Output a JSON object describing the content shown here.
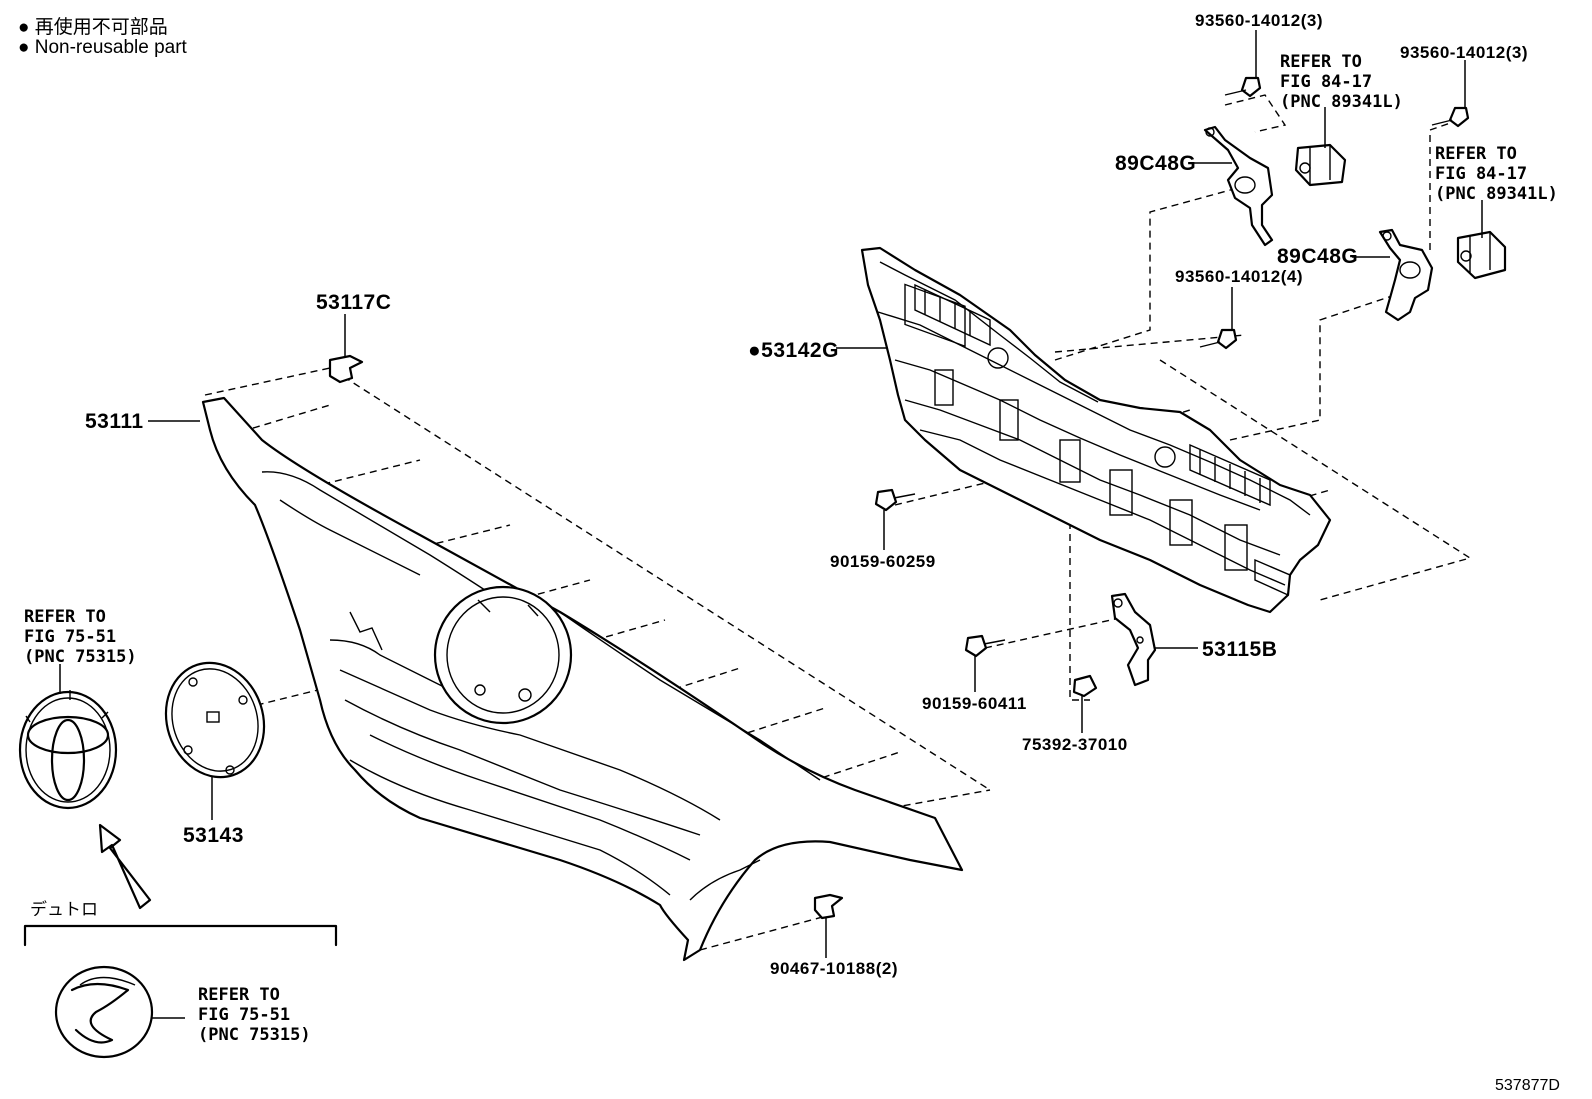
{
  "legend": {
    "jp": "● 再使用不可部品",
    "en": "● Non-reusable part"
  },
  "labels": {
    "p53117c": "53117C",
    "p53111": "53111",
    "p53143": "53143",
    "p53142g": "●53142G",
    "p89c48g_a": "89C48G",
    "p89c48g_b": "89C48G",
    "p93560_a": "93560-14012(3)",
    "p93560_b": "93560-14012(3)",
    "p93560_c": "93560-14012(4)",
    "p90159_a": "90159-60259",
    "p90159_b": "90159-60411",
    "p53115b": "53115B",
    "p75392": "75392-37010",
    "p90467": "90467-10188(2)",
    "dyutoro": "デュトロ",
    "drawing_id": "537877D"
  },
  "refs": {
    "emblem_front": [
      "REFER TO",
      "FIG 75-51",
      "(PNC 75315)"
    ],
    "emblem_dyutoro": [
      "REFER TO",
      "FIG 75-51",
      "(PNC 75315)"
    ],
    "sensor_a": [
      "REFER TO",
      "FIG 84-17",
      "(PNC 89341L)"
    ],
    "sensor_b": [
      "REFER TO",
      "FIG 84-17",
      "(PNC 89341L)"
    ]
  }
}
